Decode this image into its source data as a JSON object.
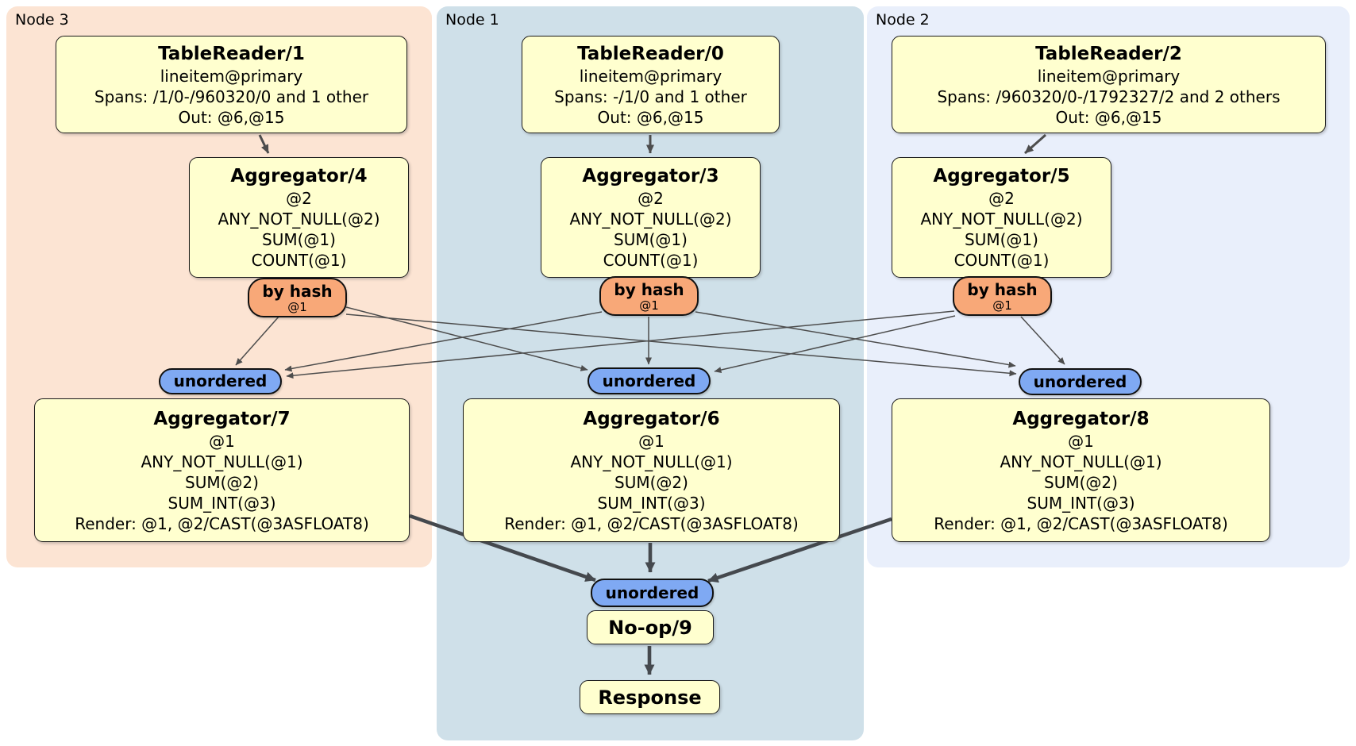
{
  "panels": {
    "node3": {
      "label": "Node 3"
    },
    "node1": {
      "label": "Node 1"
    },
    "node2": {
      "label": "Node 2"
    }
  },
  "processors": {
    "tr1": {
      "title": "TableReader/1",
      "lines": [
        "lineitem@primary",
        "Spans: /1/0-/960320/0 and 1 other",
        "Out: @6,@15"
      ]
    },
    "tr0": {
      "title": "TableReader/0",
      "lines": [
        "lineitem@primary",
        "Spans: -/1/0 and 1 other",
        "Out: @6,@15"
      ]
    },
    "tr2": {
      "title": "TableReader/2",
      "lines": [
        "lineitem@primary",
        "Spans: /960320/0-/1792327/2 and 2 others",
        "Out: @6,@15"
      ]
    },
    "agg4": {
      "title": "Aggregator/4",
      "lines": [
        "@2",
        "ANY_NOT_NULL(@2)",
        "SUM(@1)",
        "COUNT(@1)"
      ]
    },
    "agg3": {
      "title": "Aggregator/3",
      "lines": [
        "@2",
        "ANY_NOT_NULL(@2)",
        "SUM(@1)",
        "COUNT(@1)"
      ]
    },
    "agg5": {
      "title": "Aggregator/5",
      "lines": [
        "@2",
        "ANY_NOT_NULL(@2)",
        "SUM(@1)",
        "COUNT(@1)"
      ]
    },
    "agg7": {
      "title": "Aggregator/7",
      "lines": [
        "@1",
        "ANY_NOT_NULL(@1)",
        "SUM(@2)",
        "SUM_INT(@3)",
        "Render: @1, @2/CAST(@3ASFLOAT8)"
      ]
    },
    "agg6": {
      "title": "Aggregator/6",
      "lines": [
        "@1",
        "ANY_NOT_NULL(@1)",
        "SUM(@2)",
        "SUM_INT(@3)",
        "Render: @1, @2/CAST(@3ASFLOAT8)"
      ]
    },
    "agg8": {
      "title": "Aggregator/8",
      "lines": [
        "@1",
        "ANY_NOT_NULL(@1)",
        "SUM(@2)",
        "SUM_INT(@3)",
        "Render: @1, @2/CAST(@3ASFLOAT8)"
      ]
    },
    "noop9": {
      "title": "No-op/9"
    },
    "response": {
      "title": "Response"
    }
  },
  "router": {
    "label": "by hash",
    "sub": "@1"
  },
  "sync": {
    "label": "unordered"
  },
  "colors": {
    "panel_node3": "#fce4d3",
    "panel_node1": "#cfe0e9",
    "panel_node2": "#e9effb",
    "processor_fill": "#ffffcf",
    "router_fill": "#f8a878",
    "sync_fill": "#7fa9f3",
    "edge": "#4d4d4d"
  }
}
